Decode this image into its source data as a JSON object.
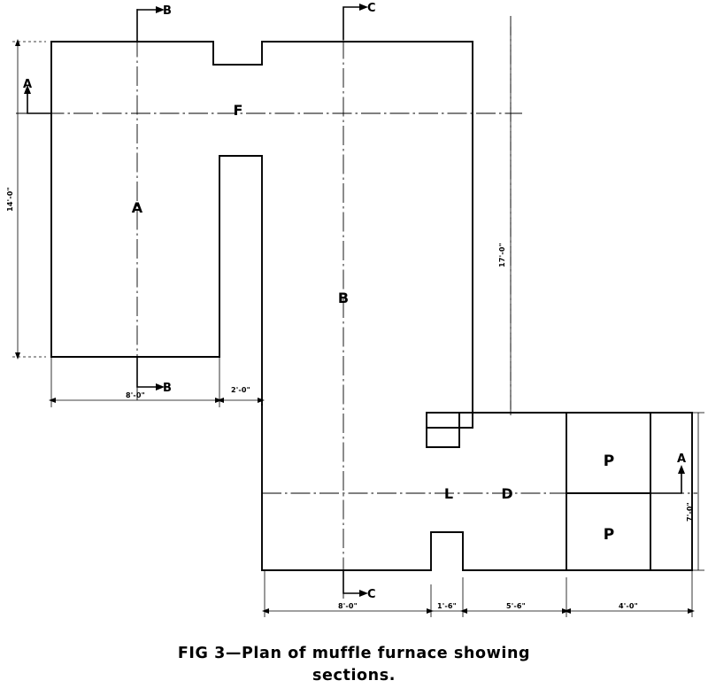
{
  "figure": {
    "caption_line1": "FIG 3—Plan of muffle furnace showing",
    "caption_line2": "sections.",
    "ink_color": "#000000",
    "background_color": "#ffffff"
  },
  "section_markers": {
    "top_left": "B",
    "top_right": "C",
    "left": "A",
    "right": "A",
    "bottom": "C",
    "mid_left": "B",
    "centerline_vertical_left": "A",
    "centerline_vertical_mid": "B"
  },
  "plan_labels": {
    "furnace_f": "F",
    "chamber_l": "L",
    "chamber_d": "D",
    "room_p_upper": "P",
    "room_p_lower": "P"
  },
  "dimensions": {
    "left_overall_vertical": "14'-0\"",
    "mid_overall_vertical": "17'-0\"",
    "right_vertical": "7'-0\"",
    "upper_run_a": "8'-0\"",
    "upper_run_b": "2'-0\"",
    "bottom_run_a": "8'-0\"",
    "bottom_run_b": "1'-6\"",
    "bottom_run_c": "5'-6\"",
    "bottom_run_d": "4'-0\""
  }
}
